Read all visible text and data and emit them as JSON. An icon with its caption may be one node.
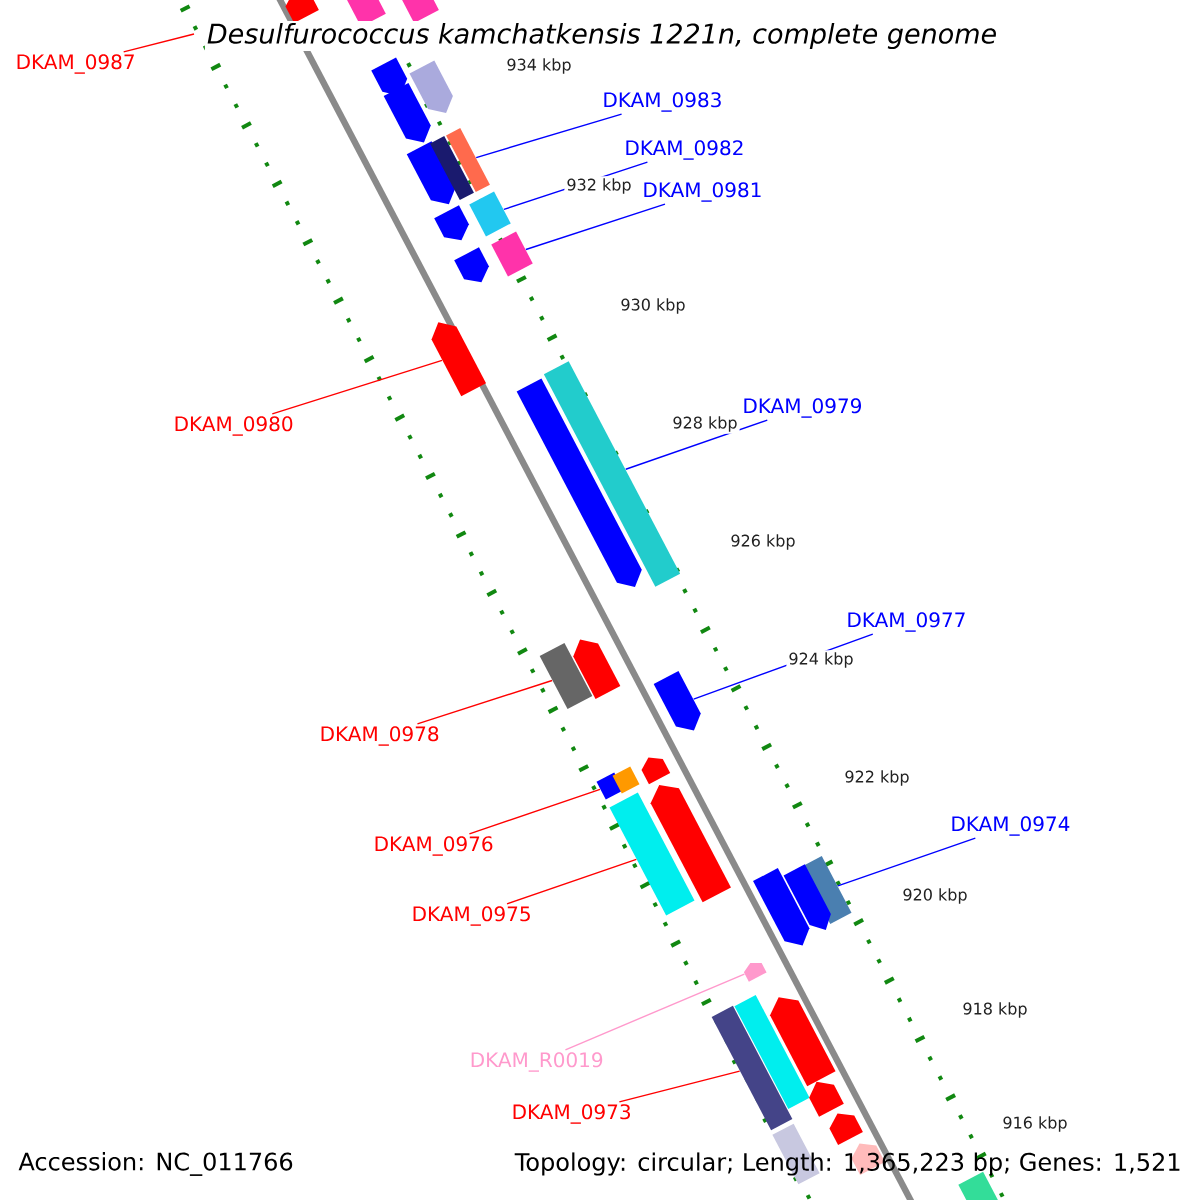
{
  "diagram": {
    "title": "Desulfurococcus kamchatkensis 1221n, complete genome",
    "nodes": [
      {
        "text": [
          "DKAM_0987"
        ]
      },
      {
        "text": [
          "DKAM_0983"
        ]
      },
      {
        "text": [],
        "shape": "box"
      },
      {
        "text": [
          "DKAM_0982"
        ]
      },
      {
        "text": [],
        "shape": "box"
      },
      {
        "text": [
          "DKAM_0981"
        ]
      },
      {
        "text": [],
        "shape": "box"
      },
      {
        "text": [
          "DKAM_0980"
        ]
      },
      {
        "text": [],
        "shape": "box"
      },
      {
        "text": [
          "DKAM_0979"
        ]
      },
      {
        "text": [],
        "shape": "box"
      },
      {
        "text": [
          "DKAM_0977"
        ]
      },
      {
        "text": [],
        "shape": "box"
      },
      {
        "text": [
          "DKAM_0978"
        ]
      },
      {
        "text": [],
        "shape": "box"
      },
      {
        "text": [
          "DKAM_0976"
        ]
      },
      {
        "text": [],
        "shape": "box"
      },
      {
        "text": [
          "DKAM_0975"
        ]
      },
      {
        "text": [],
        "shape": "box"
      },
      {
        "text": [
          "DKAM_0974"
        ]
      },
      {
        "text": [],
        "shape": "box"
      },
      {
        "text": [
          "DKAM_R0019"
        ]
      },
      {
        "text": [],
        "shape": "box"
      },
      {
        "text": [
          "DKAM_0973"
        ]
      },
      {
        "text": [],
        "shape": "box"
      },
      {
        "text": [],
        "shape": "box"
      },
      {
        "text": [],
        "shape": "box"
      },
      {
        "text": [],
        "shape": "box"
      },
      {
        "text": [],
        "shape": "box"
      },
      {
        "text": [],
        "shape": "box"
      },
      {
        "text": [],
        "shape": "box"
      },
      {
        "text": [],
        "shape": "box"
      },
      {
        "text": [],
        "shape": "box"
      },
      {
        "text": [],
        "shape": "box"
      },
      {
        "text": [],
        "shape": "box"
      },
      {
        "text": [],
        "shape": "box"
      },
      {
        "text": [],
        "shape": "box"
      },
      {
        "text": [],
        "shape": "box"
      },
      {
        "text": [],
        "shape": "box"
      },
      {
        "text": [],
        "shape": "box"
      },
      {
        "text": [],
        "shape": "box"
      },
      {
        "text": [],
        "shape": "box"
      },
      {
        "text": [],
        "shape": "box"
      },
      {
        "text": [],
        "shape": "box"
      },
      {
        "text": [],
        "shape": "box"
      },
      {
        "text": [],
        "shape": "box"
      },
      {
        "text": [],
        "shape": "box"
      },
      {
        "text": [],
        "shape": "box"
      },
      {
        "text": [],
        "shape": "box"
      }
    ],
    "edges": [
      {
        "from": 0,
        "to": null,
        "arrow": "none",
        "color": "#ff0000"
      },
      {
        "from": 1,
        "to": 2,
        "arrow": "none",
        "color": "#0000ff"
      },
      {
        "from": 3,
        "to": 4,
        "arrow": "none",
        "color": "#0000ff"
      },
      {
        "from": 5,
        "to": 6,
        "arrow": "none",
        "color": "#0000ff"
      },
      {
        "from": 7,
        "to": 8,
        "arrow": "none",
        "color": "#ff0000"
      },
      {
        "from": 9,
        "to": 10,
        "arrow": "none",
        "color": "#0000ff"
      },
      {
        "from": 11,
        "to": 12,
        "arrow": "none",
        "color": "#0000ff"
      },
      {
        "from": 13,
        "to": 14,
        "arrow": "none",
        "color": "#ff0000"
      },
      {
        "from": 15,
        "to": 16,
        "arrow": "none",
        "color": "#ff0000"
      },
      {
        "from": 17,
        "to": 18,
        "arrow": "none",
        "color": "#ff0000"
      },
      {
        "from": 19,
        "to": 20,
        "arrow": "none",
        "color": "#0000ff"
      },
      {
        "from": 21,
        "to": 22,
        "arrow": "none",
        "color": "#ff99cc"
      },
      {
        "from": 23,
        "to": 24,
        "arrow": "none",
        "color": "#ff0000"
      }
    ],
    "labels": [
      "934 kbp",
      "932 kbp",
      "930 kbp",
      "928 kbp",
      "926 kbp",
      "924 kbp",
      "922 kbp",
      "920 kbp",
      "918 kbp",
      "916 kbp",
      "Accession: NC_011766",
      "Topology: circular; Length: 1,365,223 bp; Genes: 1,521"
    ]
  }
}
